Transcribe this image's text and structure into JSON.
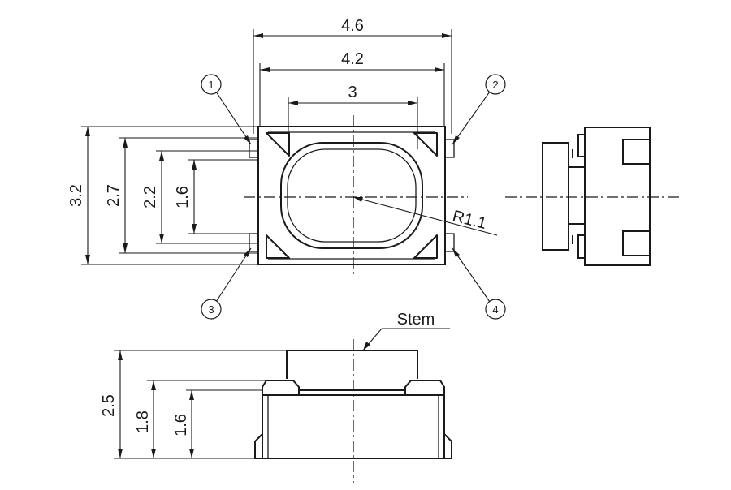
{
  "top_view": {
    "width_outer": "4.6",
    "width_inner": "4.2",
    "stem_width": "3",
    "height_outer": "3.2",
    "height_body": "2.7",
    "height_pins": "2.2",
    "height_inner": "1.6",
    "stem_radius": "R1.1"
  },
  "pins": [
    "1",
    "2",
    "3",
    "4"
  ],
  "side_view": {
    "stem_label": "Stem",
    "total_height": "2.5",
    "cap_height": "1.8",
    "body_height": "1.6"
  }
}
